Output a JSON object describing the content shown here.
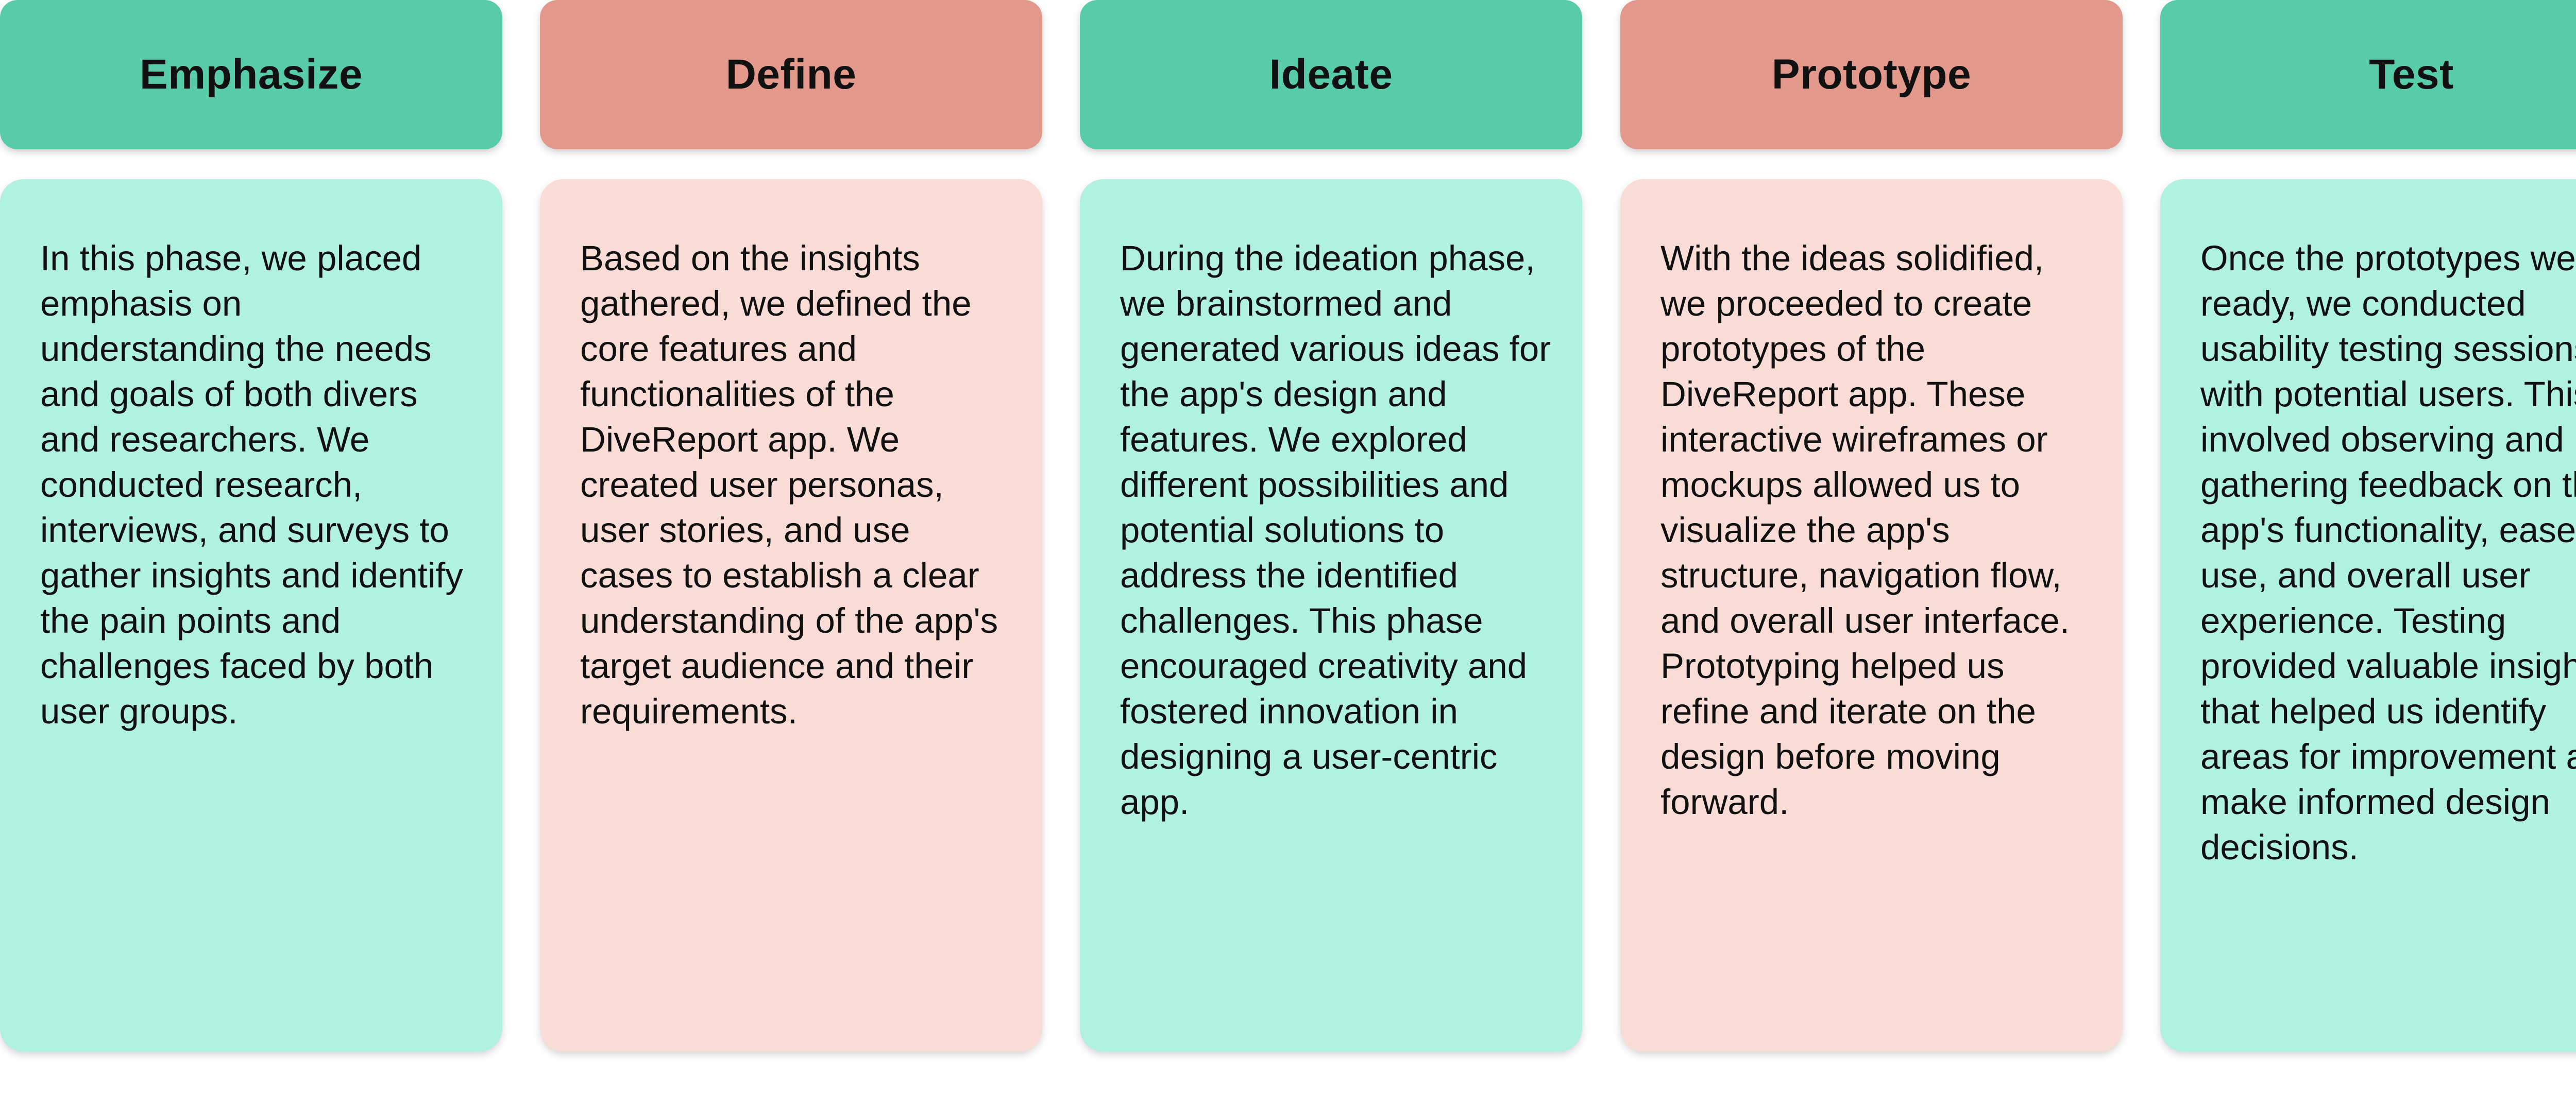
{
  "colors": {
    "green_header": "#58cba9",
    "green_body": "#b1f1df",
    "pink_header": "#e2998c",
    "pink_body": "#f9dcd6"
  },
  "phases": [
    {
      "title": "Emphasize",
      "theme": "green",
      "text": "In this phase, we placed emphasis on understanding the needs and goals of both divers and researchers. We conducted research, interviews, and surveys to gather insights and identify the pain points and challenges faced by both user groups."
    },
    {
      "title": "Define",
      "theme": "pink",
      "text": "Based on the insights gathered, we defined the core features and functionalities of the DiveReport app. We created user personas, user stories, and use cases to establish a clear understanding of the app's target audience and their requirements."
    },
    {
      "title": "Ideate",
      "theme": "green",
      "text": "During the ideation phase, we brainstormed and generated various ideas for the app's design and features. We explored different possibilities and potential solutions to address the identified challenges. This phase encouraged creativity and fostered innovation in designing a user-centric app."
    },
    {
      "title": "Prototype",
      "theme": "pink",
      "text": "With the ideas solidified, we proceeded to create prototypes of the DiveReport app. These interactive wireframes or mockups allowed us to visualize the app's structure, navigation flow, and overall user interface. Prototyping helped us refine and iterate on the design before moving forward."
    },
    {
      "title": "Test",
      "theme": "green",
      "text": "Once the prototypes were ready, we conducted usability testing sessions with potential users. This involved observing and gathering feedback on the app's functionality, ease of use, and overall user experience. Testing provided valuable insights that helped us identify areas for improvement and make informed design decisions."
    }
  ]
}
